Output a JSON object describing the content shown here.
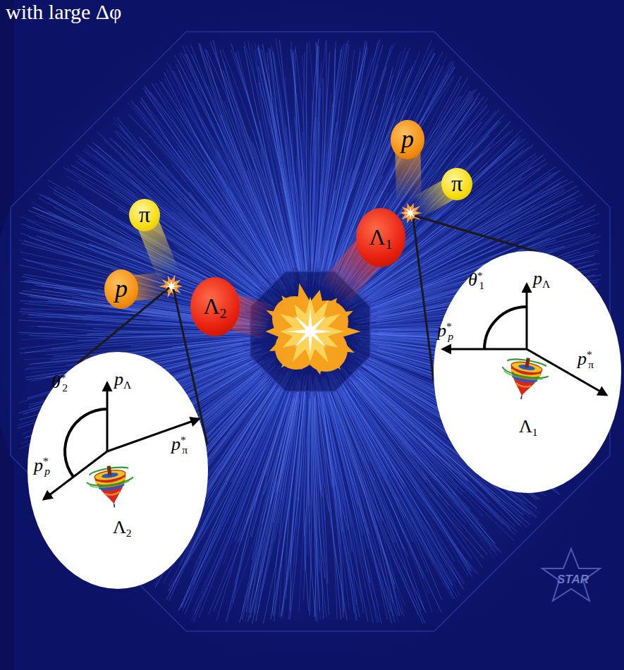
{
  "diagram": {
    "title": "with large Δφ",
    "nodes": [
      {
        "text": [
          "p"
        ]
      },
      {
        "text": [
          "π"
        ]
      },
      {
        "text": [
          "π"
        ]
      },
      {
        "text": [
          "Λ1"
        ]
      },
      {
        "text": [
          "p"
        ]
      },
      {
        "text": [
          "Λ2"
        ]
      },
      {
        "text": [
          "θ*1",
          "pΛ",
          "p*p",
          "p*π",
          "Λ1"
        ]
      },
      {
        "text": [
          "θ*2",
          "pΛ",
          "p*p",
          "p*π",
          "Λ2"
        ]
      }
    ],
    "labels": [
      "STAR"
    ]
  }
}
